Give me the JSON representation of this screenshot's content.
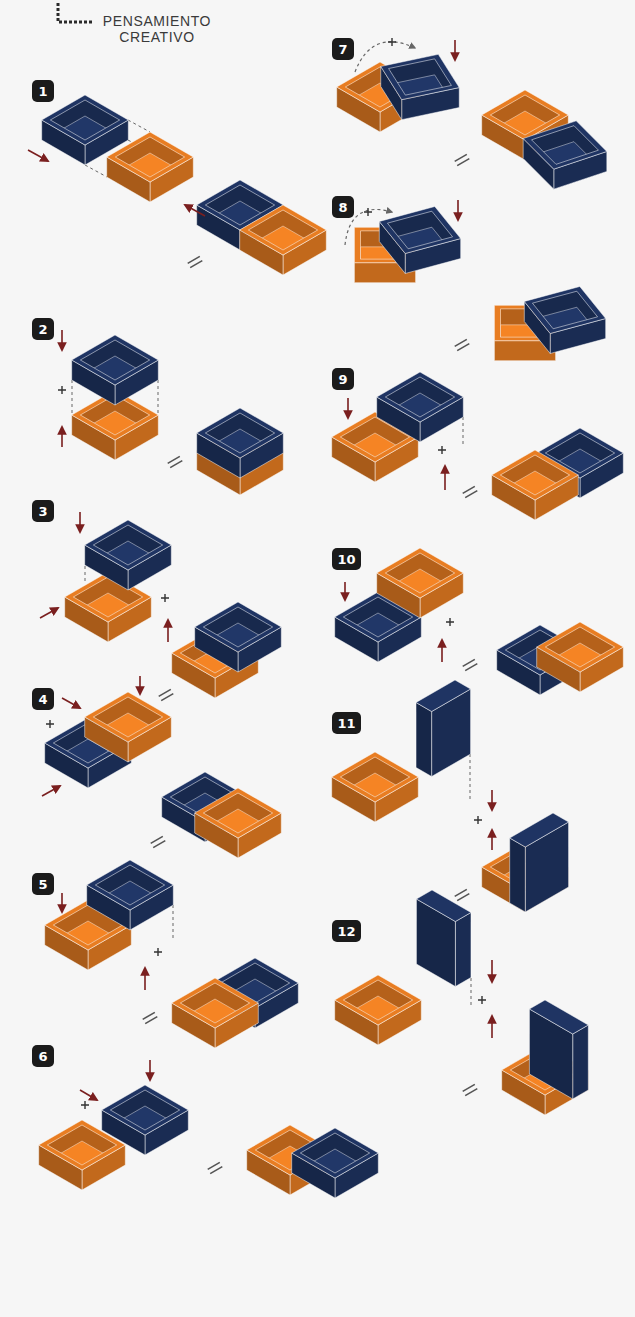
{
  "diagram": {
    "title": "PENSAMIENTO CREATIVO",
    "nodes": [
      {
        "text": [
          "1"
        ]
      },
      {
        "text": [
          "2"
        ]
      },
      {
        "text": [
          "3"
        ]
      },
      {
        "text": [
          "4"
        ]
      },
      {
        "text": [
          "5"
        ]
      },
      {
        "text": [
          "6"
        ]
      },
      {
        "text": [
          "7"
        ]
      },
      {
        "text": [
          "8"
        ]
      },
      {
        "text": [
          "9"
        ]
      },
      {
        "text": [
          "10"
        ]
      },
      {
        "text": [
          "11"
        ]
      },
      {
        "text": [
          "12"
        ]
      }
    ]
  }
}
